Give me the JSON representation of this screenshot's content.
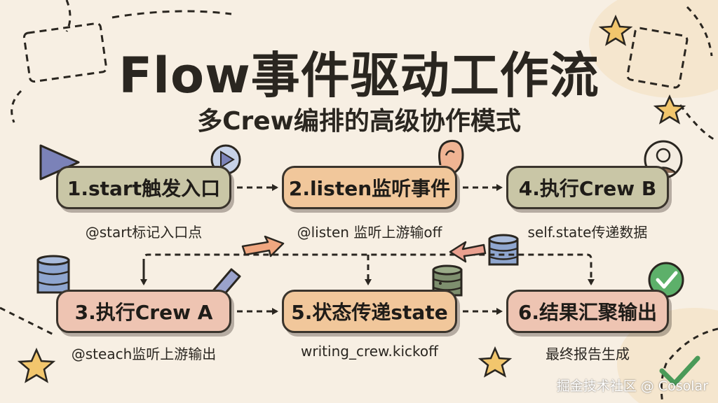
{
  "header": {
    "title": "Flow事件驱动工作流",
    "subtitle": "多Crew编排的高级协作模式"
  },
  "steps": [
    {
      "label": "1.start触发入口",
      "caption": "@start标记入口点"
    },
    {
      "label": "2.listen监听事件",
      "caption": "@listen 监听上游输off"
    },
    {
      "label": "4.执行Crew B",
      "caption": "self.state传递数据"
    },
    {
      "label": "3.执行Crew A",
      "caption": "@steach监听上游输出"
    },
    {
      "label": "5.状态传递state",
      "caption": "writing_crew.kickoff"
    },
    {
      "label": "6.结果汇聚输出",
      "caption": "最终报告生成"
    }
  ],
  "watermark": "掘金技术社区 @ Cosolar",
  "icons": [
    "play-icon",
    "ear-icon",
    "user-icon",
    "database-icon",
    "pen-icon",
    "check-icon",
    "star-icon"
  ],
  "colors": {
    "green_box": "#c9c6a6",
    "orange_box": "#f1c79b",
    "red_box": "#eec4b2",
    "outline": "#3a342c"
  }
}
